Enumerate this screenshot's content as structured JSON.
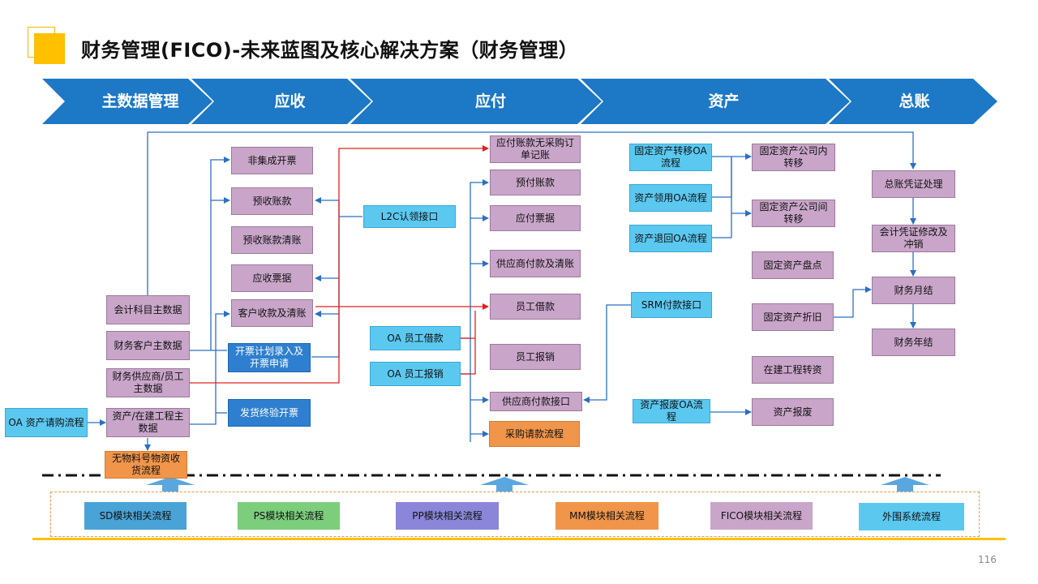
{
  "title": "财务管理(FICO)-未来蓝图及核心解决方案（财务管理）",
  "phases": [
    "主数据管理",
    "应收",
    "应付",
    "资产",
    "总账"
  ],
  "master_data": {
    "account": "会计科目主数据",
    "customer": "财务客户主数据",
    "vendor": "财务供应商/员工主数据",
    "asset": "资产/在建工程主数据",
    "oa_asset_request": "OA 资产请购流程",
    "non_material": "无物料号物资收货流程"
  },
  "receivable": {
    "non_integrated_invoice": "非集成开票",
    "advance_receipt": "预收账款",
    "advance_clearing": "预收账款清账",
    "receivable_notes": "应收票据",
    "customer_receipt": "客户收款及清账",
    "billing_plan": "开票计划录入及开票申请",
    "delivery_invoice": "发货终验开票",
    "l2c": "L2C认领接口"
  },
  "payable": {
    "no_po_payable": "应付账款无采购订单记账",
    "prepayment": "预付账款",
    "payable_notes": "应付票据",
    "vendor_payment": "供应商付款及清账",
    "employee_loan": "员工借款",
    "employee_reimburse": "员工报销",
    "vendor_payment_interface": "供应商付款接口",
    "purchase_request": "采购请款流程",
    "oa_loan": "OA 员工借款",
    "oa_reimburse": "OA 员工报销"
  },
  "asset": {
    "oa_transfer": "固定资产转移OA流程",
    "oa_use": "资产领用OA流程",
    "oa_return": "资产退回OA流程",
    "intra_transfer": "固定资产公司内转移",
    "inter_transfer": "固定资产公司间转移",
    "inventory": "固定资产盘点",
    "depreciation": "固定资产折旧",
    "cip_transfer": "在建工程转资",
    "srm_interface": "SRM付款接口",
    "oa_scrap": "资产报废OA流程",
    "scrap": "资产报废"
  },
  "gl": {
    "voucher": "总账凭证处理",
    "correction": "会计凭证修改及冲销",
    "month_end": "财务月结",
    "year_end": "财务年结"
  },
  "modules": [
    {
      "name": "SD模块",
      "sub": "相关流程",
      "color": "#4aa3d6"
    },
    {
      "name": "PS模块",
      "sub": "相关流程",
      "color": "#7ccd7c"
    },
    {
      "name": "PP模块",
      "sub": "相关流程",
      "color": "#8b86d9"
    },
    {
      "name": "MM模块",
      "sub": "相关流程",
      "color": "#f0954a"
    },
    {
      "name": "FICO模块",
      "sub": "相关流程",
      "color": "#c9a6c9"
    },
    {
      "name": "外围系统流程",
      "sub": "",
      "color": "#5bc8f0"
    }
  ],
  "page_number": "116"
}
